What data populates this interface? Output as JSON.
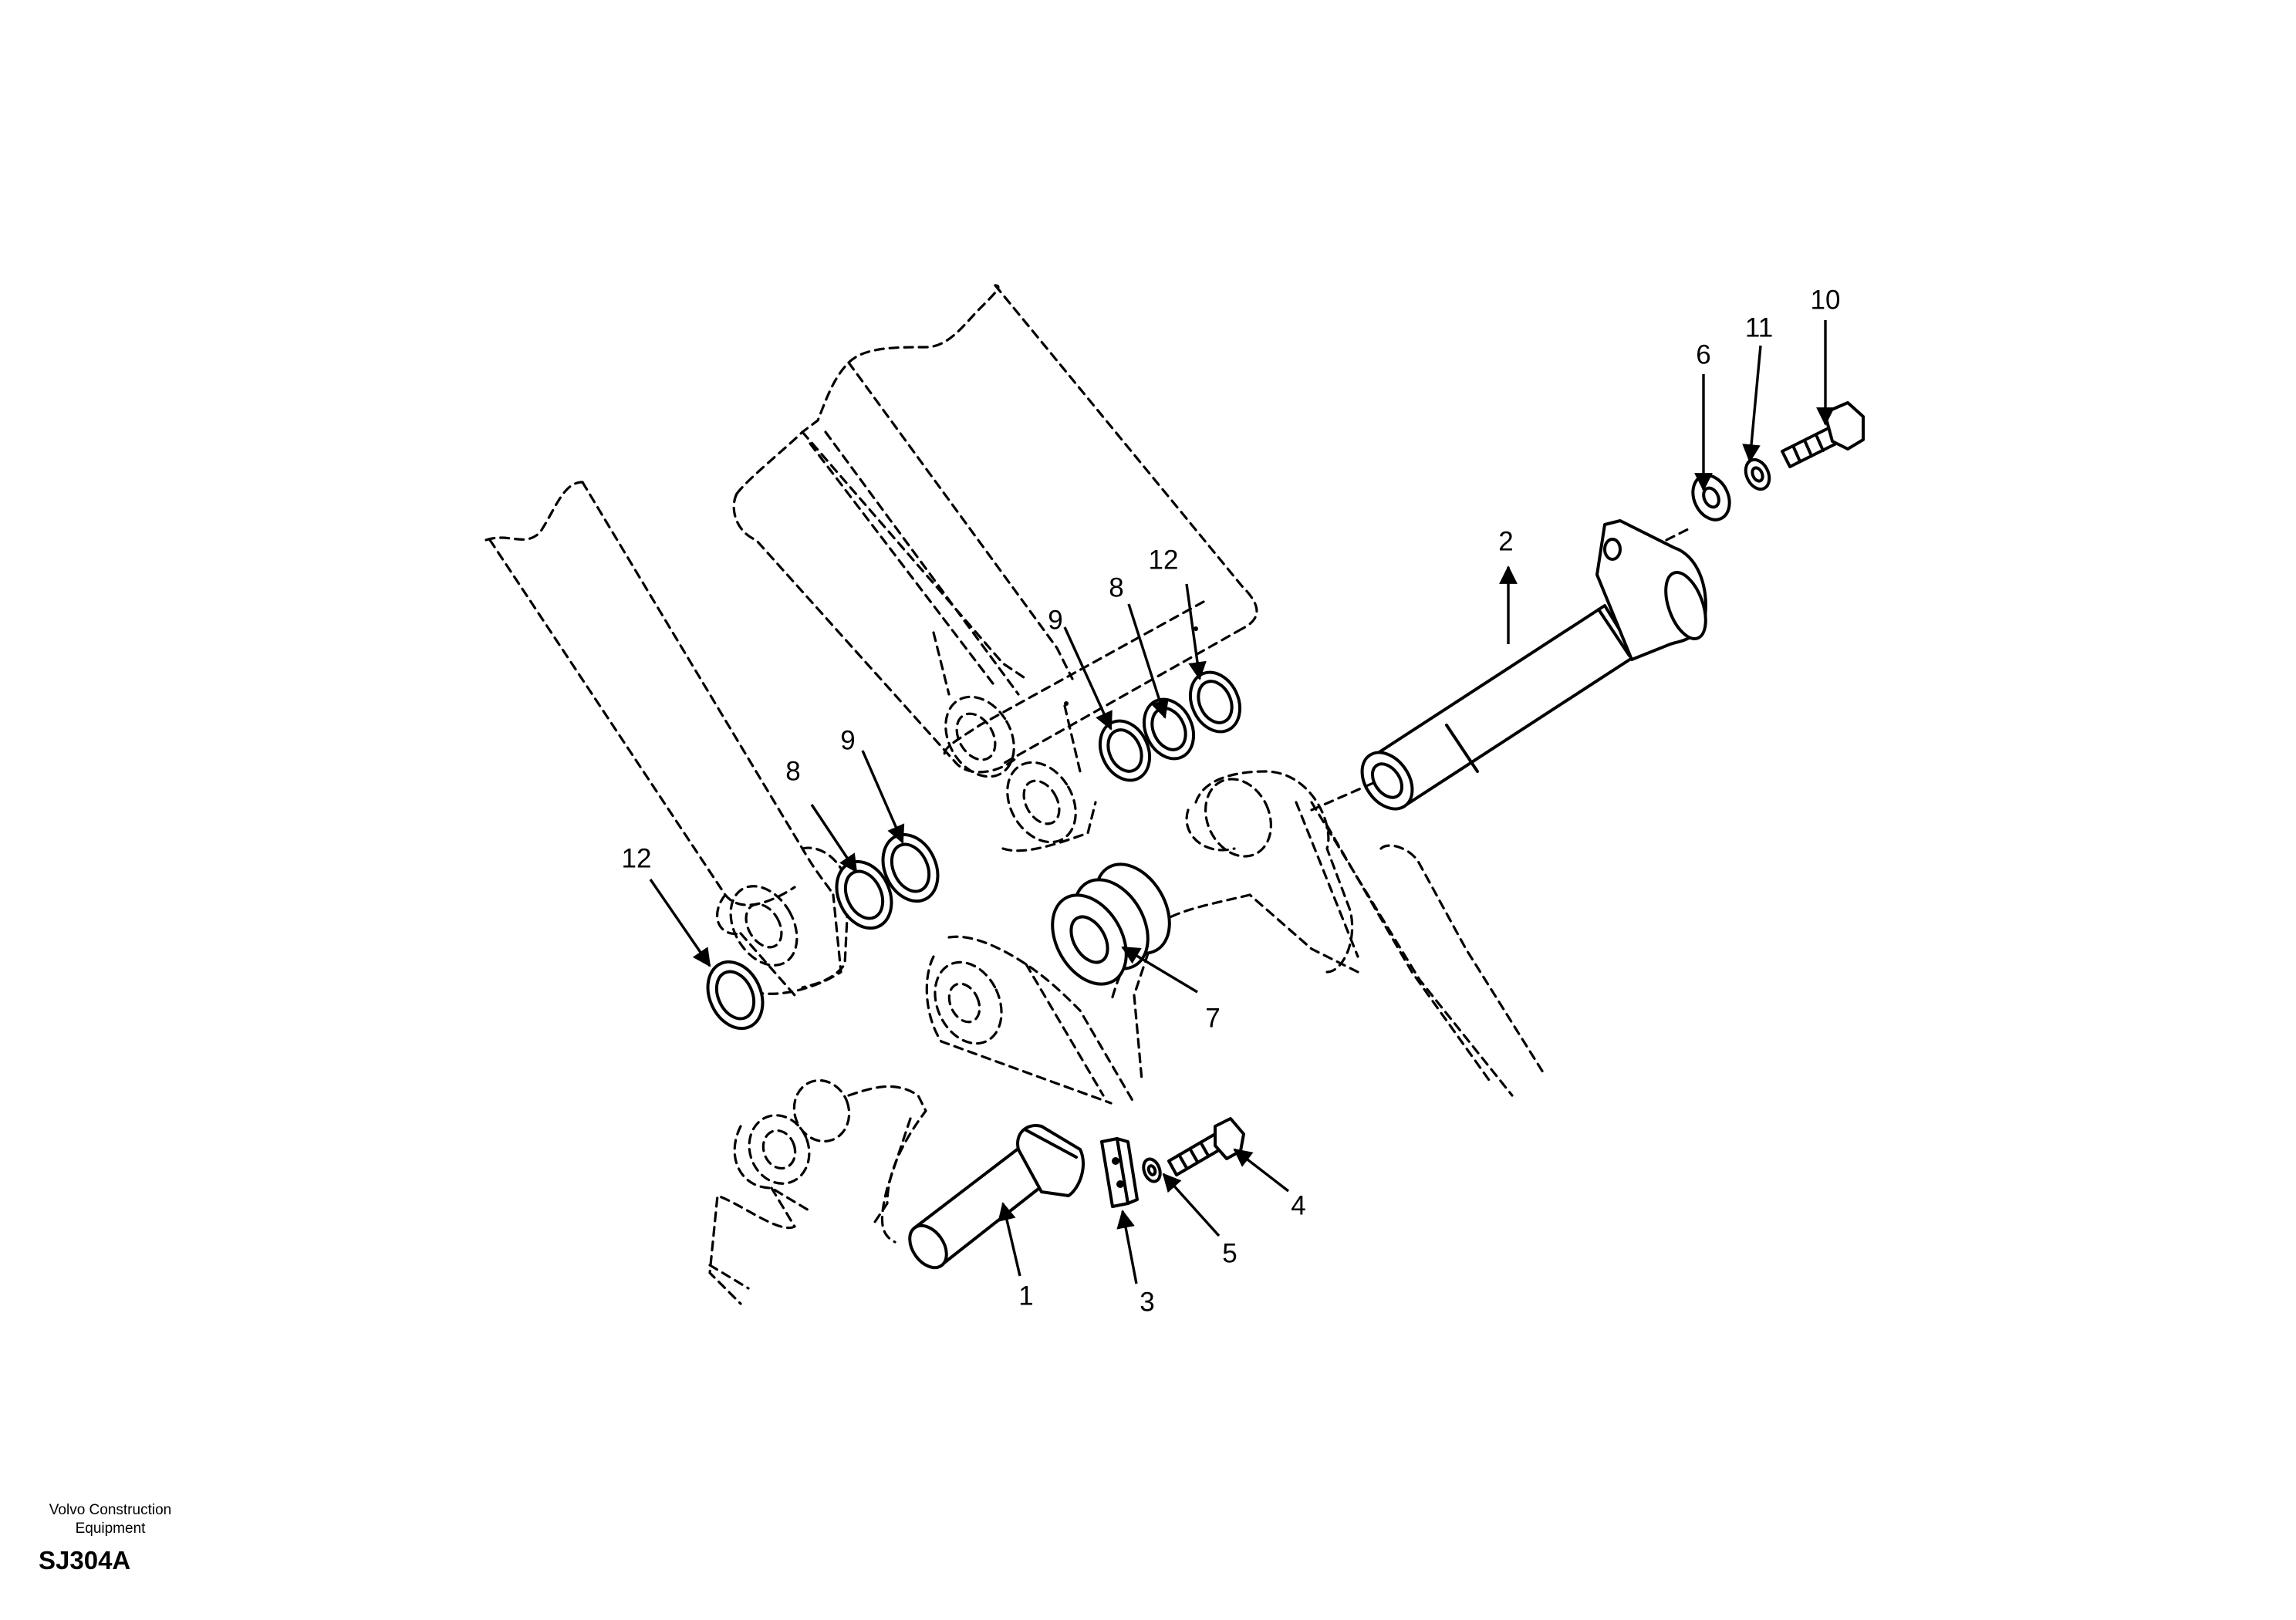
{
  "diagram": {
    "callouts": [
      "1",
      "2",
      "3",
      "4",
      "5",
      "6",
      "7",
      "8",
      "8",
      "9",
      "9",
      "10",
      "11",
      "12",
      "12"
    ]
  },
  "footer": {
    "company_line1": "Volvo Construction",
    "company_line2": "Equipment",
    "code": "SJ304A"
  }
}
